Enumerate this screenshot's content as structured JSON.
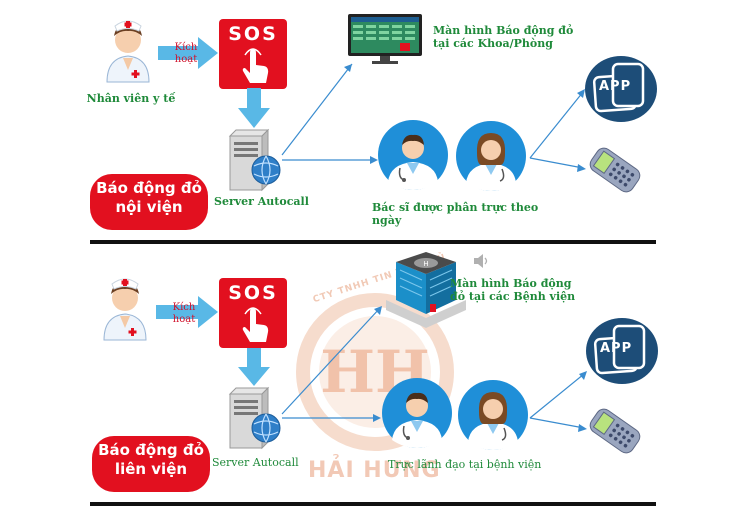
{
  "colors": {
    "accent_red": "#e2101f",
    "label_green": "#1f8a3a",
    "arrow_blue": "#59b8e6",
    "line_blue": "#3a8ccf",
    "app_navy": "#1d4d78"
  },
  "section_internal": {
    "nurse_label": "Nhân viên y tế",
    "activate_label_line1": "Kích",
    "activate_label_line2": "hoạt",
    "sos_text": "SOS",
    "server_label": "Server Autocall",
    "screen_label_line1": "Màn hình Báo động đỏ",
    "screen_label_line2": "tại các Khoa/Phòng",
    "doctors_label": "Bác sĩ được phân trực theo ngày",
    "alarm_line1": "Báo động đỏ",
    "alarm_line2": "nội viện",
    "app_text": "APP"
  },
  "section_external": {
    "activate_label_line1": "Kích",
    "activate_label_line2": "hoạt",
    "sos_text": "SOS",
    "server_label": "Server Autocall",
    "screen_label_line1": "Màn hình Báo động",
    "screen_label_line2": "đỏ tại các Bệnh viện",
    "doctors_label": "Trực lãnh đạo tại bệnh viện",
    "alarm_line1": "Báo động đỏ",
    "alarm_line2": "liên viện",
    "app_text": "APP"
  },
  "watermark": {
    "arc_text": "CTY TNHH TIN TẠO THỦ",
    "monogram": "HH",
    "brand": "HẢI HƯNG"
  },
  "icons": [
    "nurse-icon",
    "sos-button-icon",
    "server-globe-icon",
    "monitor-icon",
    "hospital-building-icon",
    "speaker-icon",
    "doctor-male-icon",
    "doctor-female-icon",
    "app-phone-icon",
    "mobile-phone-icon"
  ]
}
